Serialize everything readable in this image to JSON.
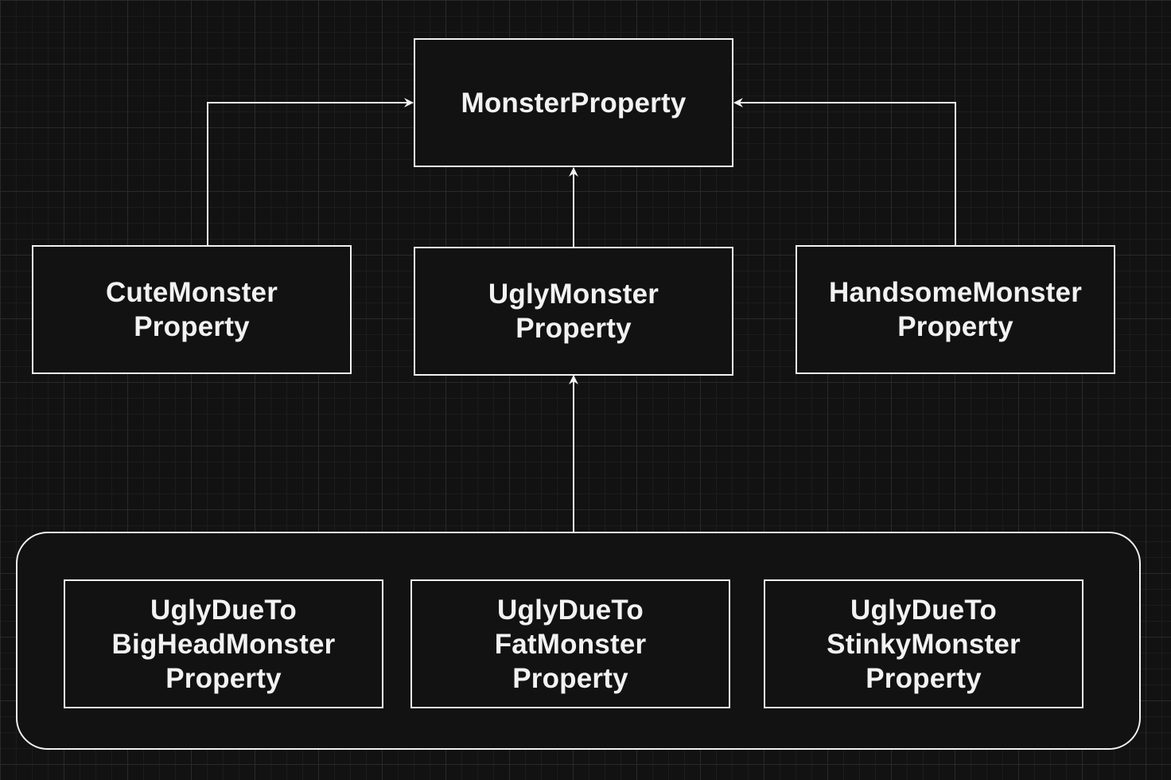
{
  "diagram": {
    "nodes": {
      "monster_property": {
        "label": "MonsterProperty"
      },
      "cute_monster_property": {
        "label": "CuteMonster\nProperty"
      },
      "ugly_monster_property": {
        "label": "UglyMonster\nProperty"
      },
      "handsome_monster_property": {
        "label": "HandsomeMonster\nProperty"
      },
      "ugly_due_to_big_head": {
        "label": "UglyDueTo\nBigHeadMonster\nProperty"
      },
      "ugly_due_to_fat": {
        "label": "UglyDueTo\nFatMonster\nProperty"
      },
      "ugly_due_to_stinky": {
        "label": "UglyDueTo\nStinkyMonster\nProperty"
      }
    },
    "edges": [
      {
        "from": "cute_monster_property",
        "to": "monster_property"
      },
      {
        "from": "ugly_monster_property",
        "to": "monster_property"
      },
      {
        "from": "handsome_monster_property",
        "to": "monster_property"
      },
      {
        "from": "ugly_variants_group",
        "to": "ugly_monster_property"
      }
    ],
    "colors": {
      "background": "#121212",
      "stroke": "#f2f2f2",
      "text": "#f2f2f2",
      "grid": "#2a2a2a"
    }
  }
}
